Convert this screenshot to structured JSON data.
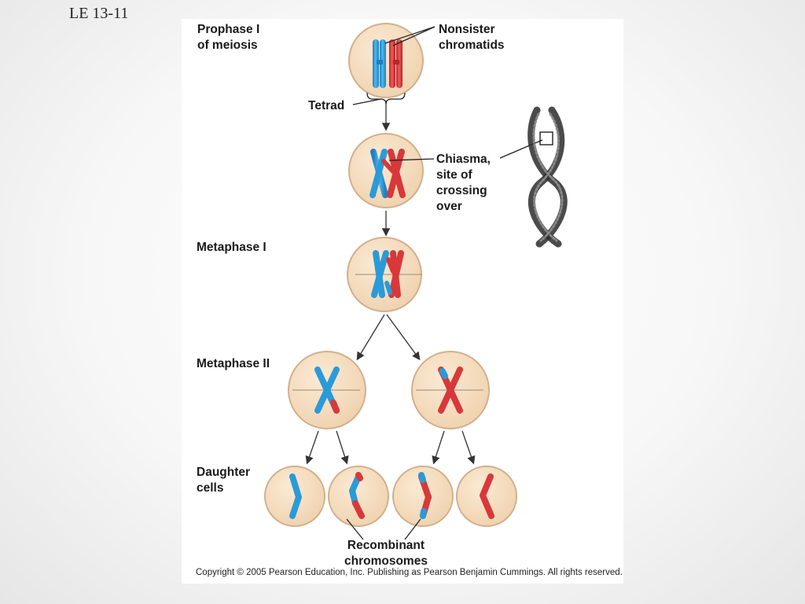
{
  "slide": {
    "title": "LE 13-11"
  },
  "labels": {
    "prophase_line1": "Prophase I",
    "prophase_line2": "of meiosis",
    "nonsister_line1": "Nonsister",
    "nonsister_line2": "chromatids",
    "tetrad": "Tetrad",
    "chiasma_line1": "Chiasma,",
    "chiasma_line2": "site of",
    "chiasma_line3": "crossing",
    "chiasma_line4": "over",
    "metaphase1": "Metaphase I",
    "metaphase2": "Metaphase II",
    "daughter_line1": "Daughter",
    "daughter_line2": "cells",
    "recombinant_line1": "Recombinant",
    "recombinant_line2": "chromosomes"
  },
  "copyright": "Copyright ©  2005 Pearson Education, Inc. Publishing as Pearson Benjamin Cummings. All rights reserved.",
  "colors": {
    "cell_fill": "#f3d9b9",
    "cell_stroke": "#d2b08c",
    "blue_chromatid": "#2a9bd8",
    "red_chromatid": "#d8383a",
    "arrow": "#333333"
  }
}
